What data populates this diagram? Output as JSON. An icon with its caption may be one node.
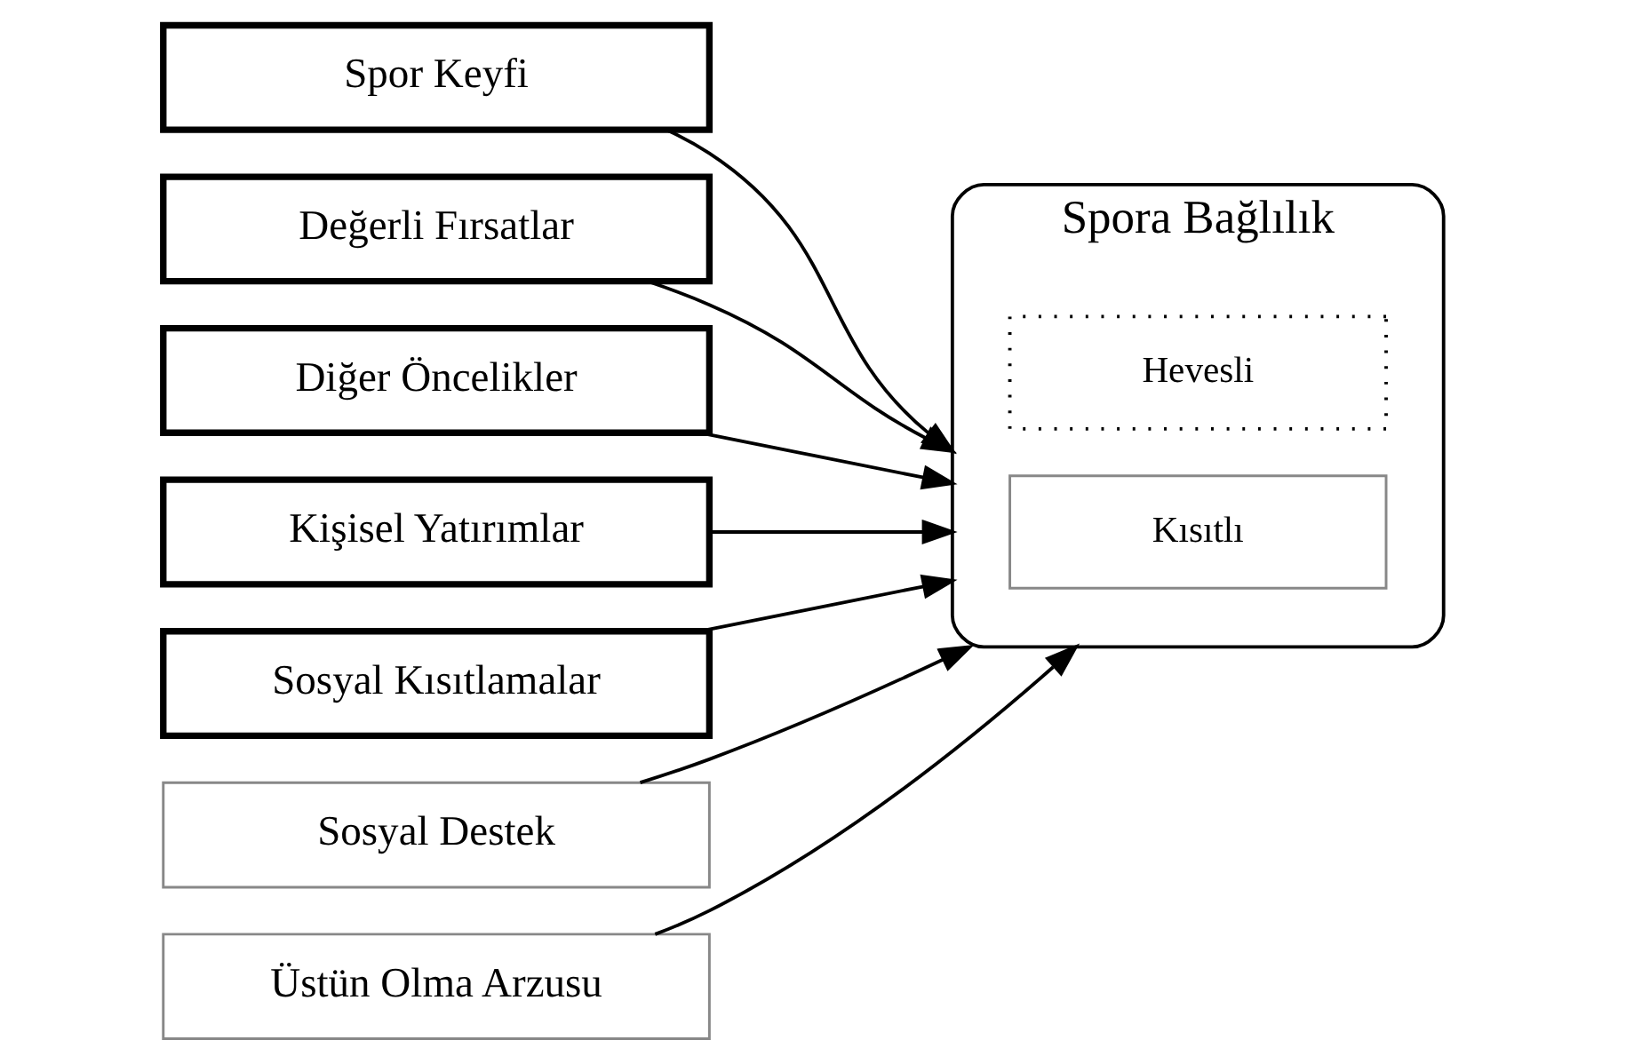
{
  "diagram": {
    "nodes": [
      {
        "text": [
          "Spor Keyfi"
        ]
      },
      {
        "text": [
          "Değerli Fırsatlar"
        ]
      },
      {
        "text": [
          "Diğer Öncelikler"
        ]
      },
      {
        "text": [
          "Kişisel Yatırımlar"
        ]
      },
      {
        "text": [
          "Sosyal Kısıtlamalar"
        ]
      },
      {
        "text": [
          "Sosyal Destek"
        ]
      },
      {
        "text": [
          "Üstün Olma Arzusu"
        ]
      },
      {
        "text": [
          "Spora Bağlılık"
        ]
      },
      {
        "text": [
          "Hevesli"
        ],
        "in": 7
      },
      {
        "text": [
          "Kısıtlı"
        ],
        "in": 7
      }
    ],
    "edges": [
      {
        "from": 0,
        "to": 7,
        "arrow": "to"
      },
      {
        "from": 1,
        "to": 7,
        "arrow": "to"
      },
      {
        "from": 2,
        "to": 7,
        "arrow": "to"
      },
      {
        "from": 3,
        "to": 7,
        "arrow": "to"
      },
      {
        "from": 4,
        "to": 7,
        "arrow": "to"
      },
      {
        "from": 5,
        "to": 7,
        "arrow": "to"
      },
      {
        "from": 6,
        "to": 7,
        "arrow": "to"
      }
    ]
  }
}
